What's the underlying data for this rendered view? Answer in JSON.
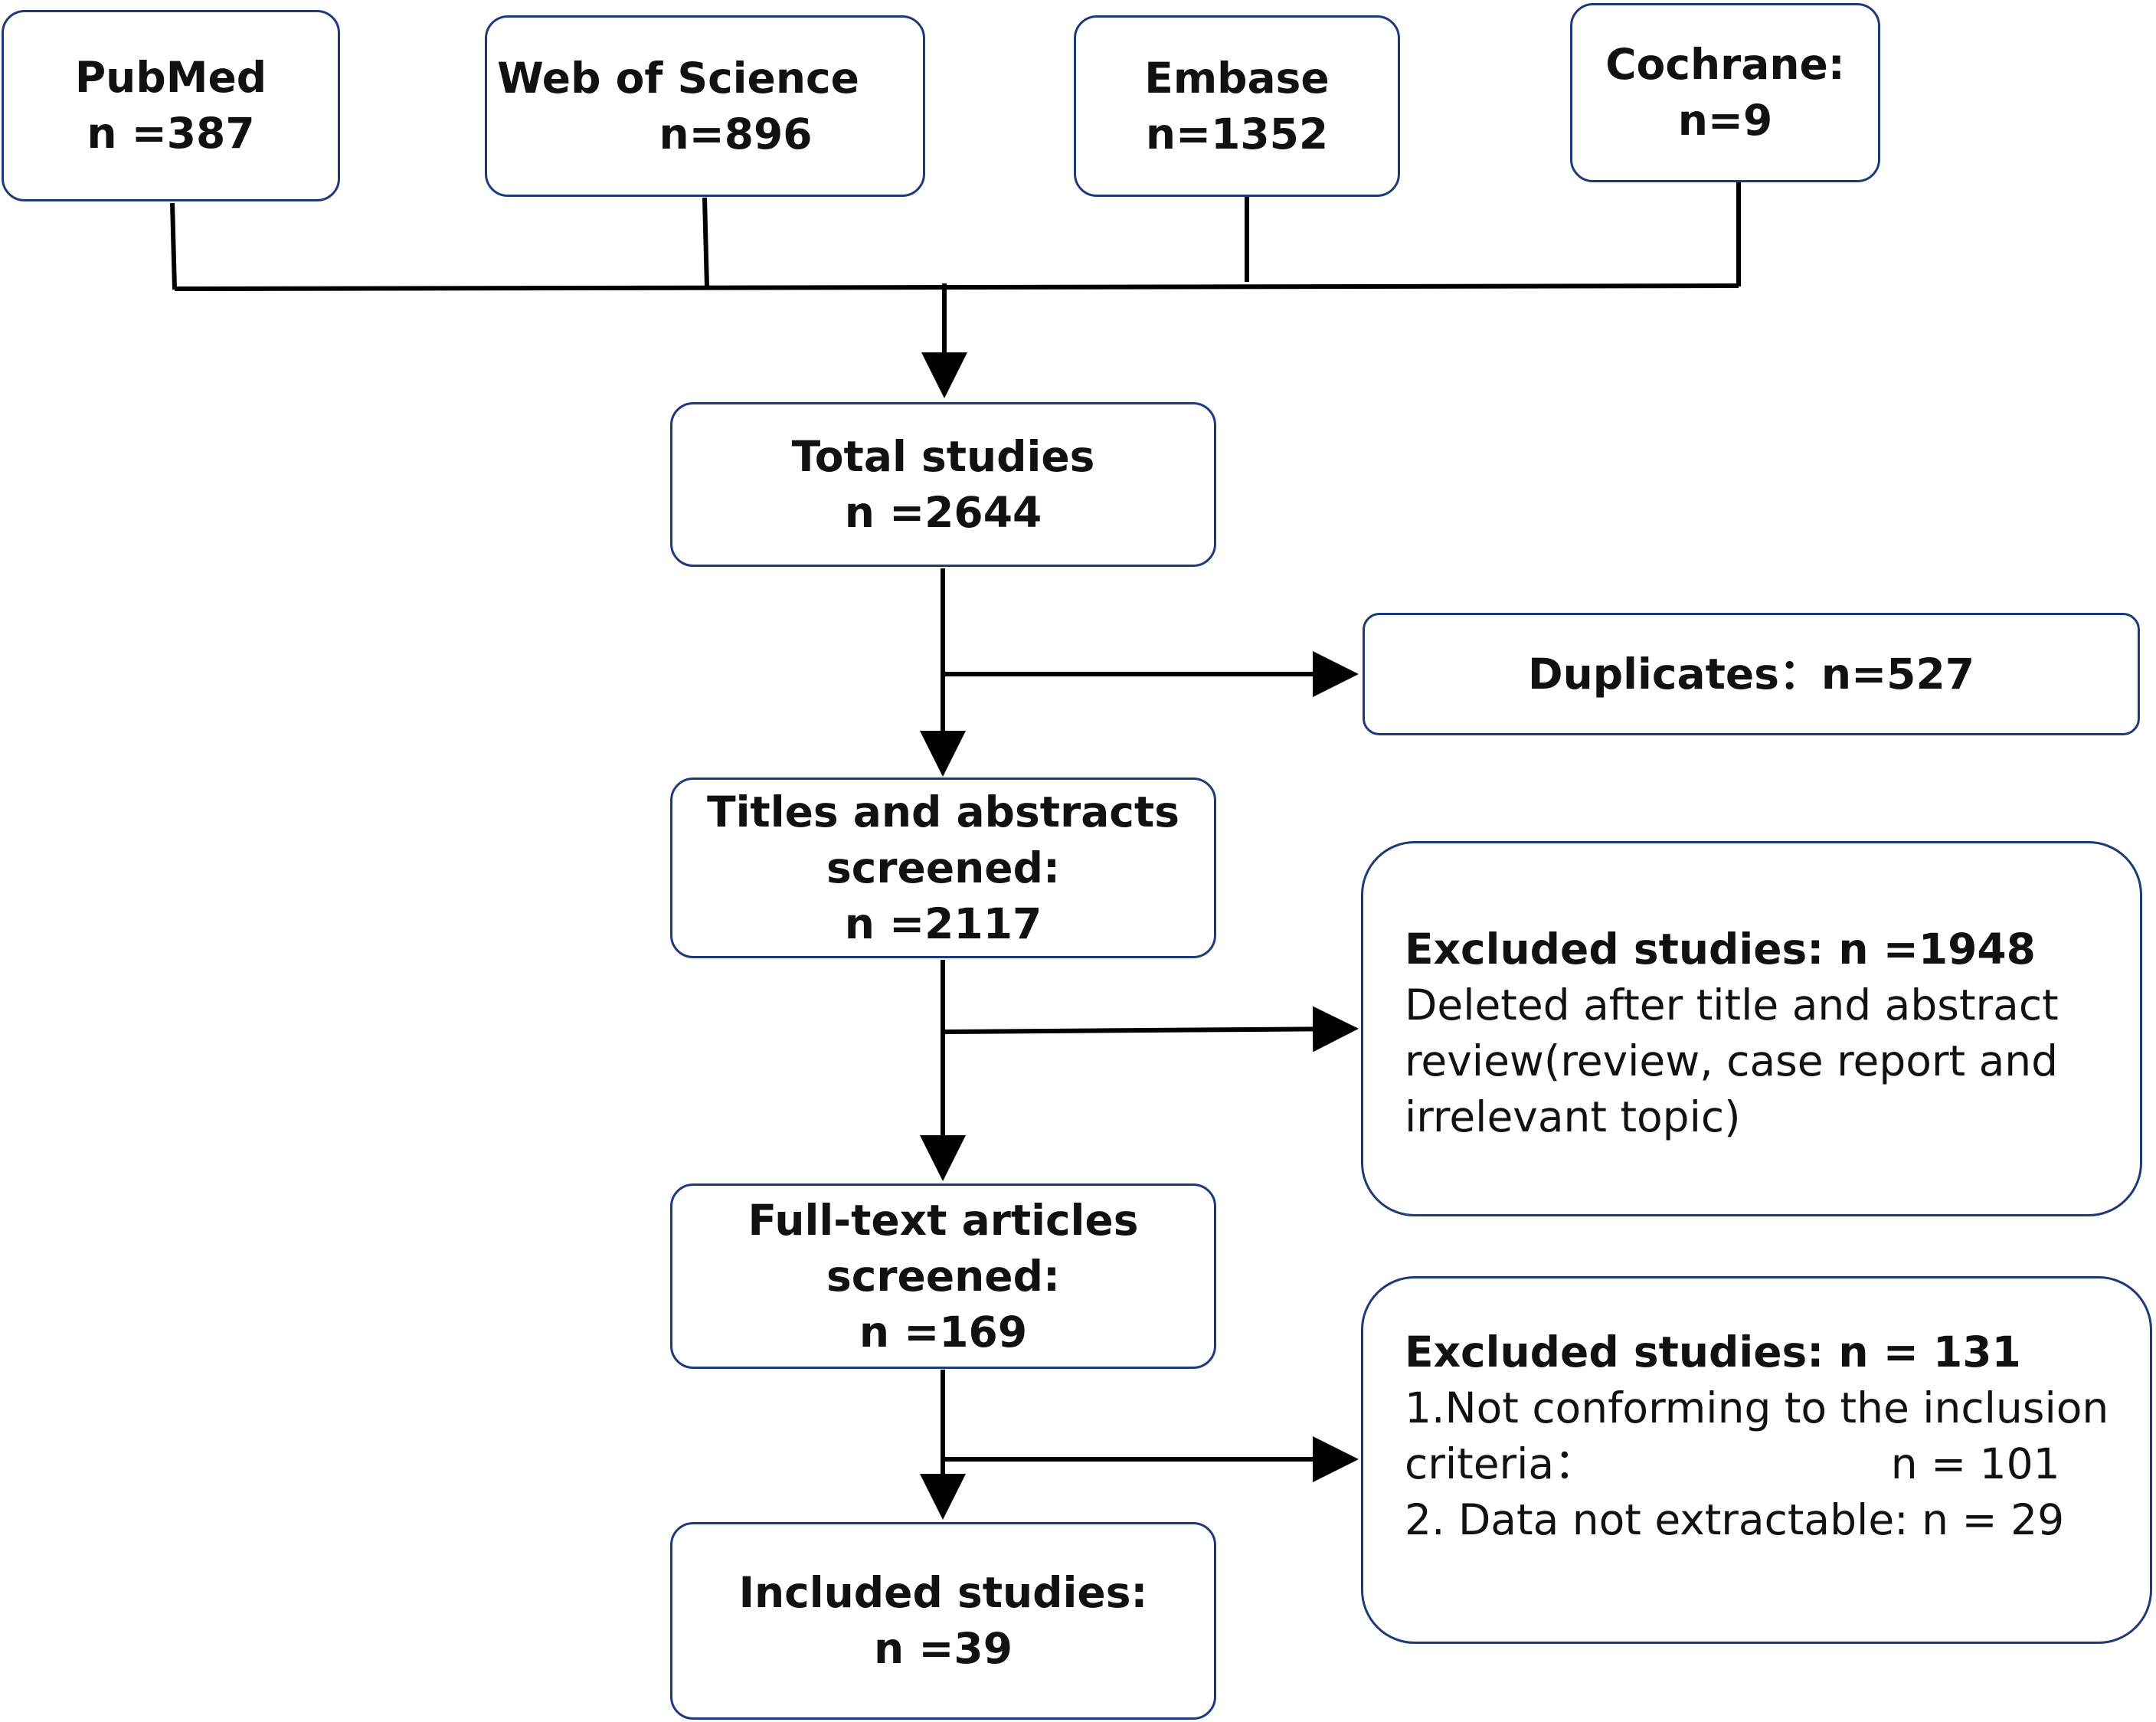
{
  "sources": [
    {
      "name": "PubMed",
      "count": "n =387"
    },
    {
      "name": "Web of Science",
      "count": "n=896"
    },
    {
      "name": "Embase",
      "count": "n=1352"
    },
    {
      "name": "Cochrane:",
      "count": "n=9"
    }
  ],
  "total": {
    "title": "Total studies",
    "count": "n =2644"
  },
  "duplicates": {
    "text": "Duplicates：n=527"
  },
  "titles": {
    "line1": "Titles and abstracts",
    "line2": "screened:",
    "count": "n =2117"
  },
  "excluded1": {
    "heading": "Excluded studies: n =1948",
    "lines": [
      "Deleted after title and abstract",
      "review(review, case report and",
      "irrelevant topic)"
    ]
  },
  "fulltext": {
    "line1": "Full-text articles",
    "line2": "screened:",
    "count": "n =169"
  },
  "excluded2": {
    "heading": "Excluded studies: n = 131",
    "lines": [
      "1.Not conforming to the inclusion",
      "criteria：                      n = 101",
      "2. Data not extractable: n = 29"
    ]
  },
  "included": {
    "title": "Included studies:",
    "count": "n =39"
  },
  "colors": {
    "box_border": "#1f3a7a",
    "line": "#000000"
  }
}
